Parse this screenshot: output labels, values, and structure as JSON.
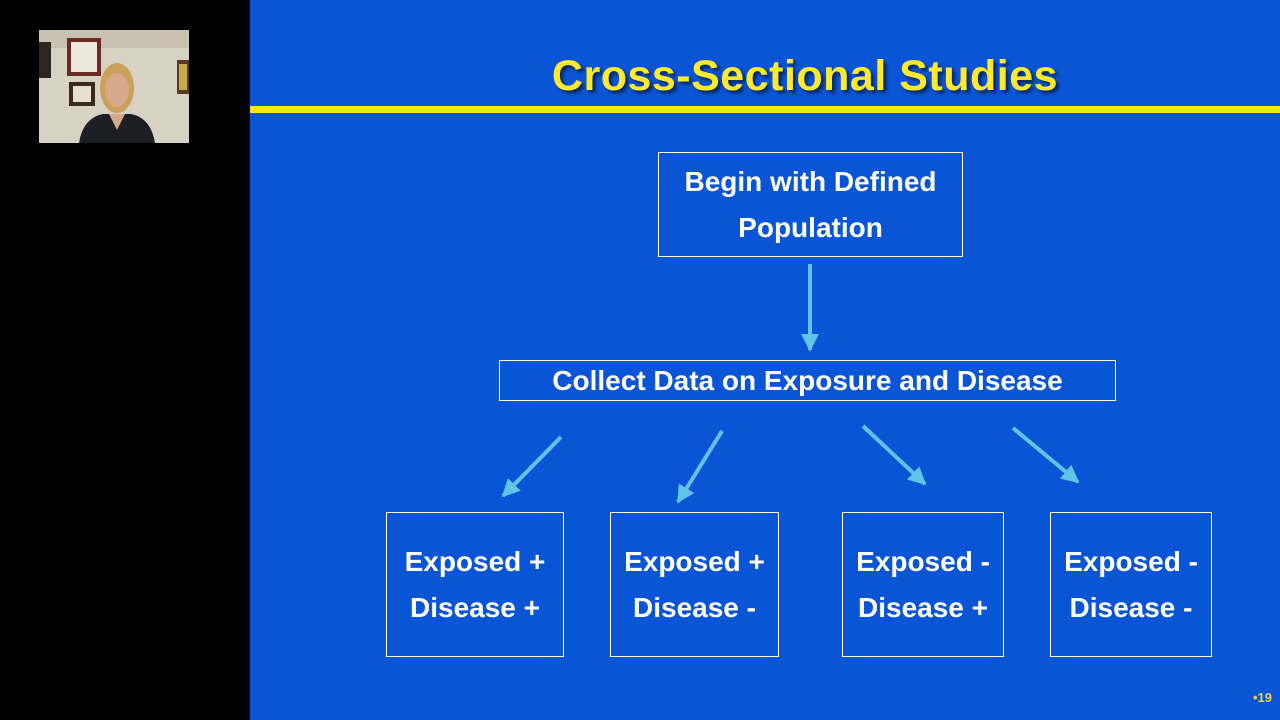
{
  "slide": {
    "title": "Cross-Sectional Studies",
    "number": "•19"
  },
  "nodes": {
    "root": {
      "line1": "Begin with Defined",
      "line2": "Population"
    },
    "collect": {
      "label": "Collect Data on Exposure and Disease"
    },
    "outcomes": [
      {
        "line1": "Exposed +",
        "line2": "Disease +"
      },
      {
        "line1": "Exposed +",
        "line2": "Disease -"
      },
      {
        "line1": "Exposed -",
        "line2": "Disease +"
      },
      {
        "line1": "Exposed -",
        "line2": "Disease -"
      }
    ]
  },
  "colors": {
    "slide_background": "#0a55d6",
    "title": "#ffe92e",
    "rule": "#ffe800",
    "arrow": "#5fc4e6",
    "box_border": "#ffffff"
  }
}
